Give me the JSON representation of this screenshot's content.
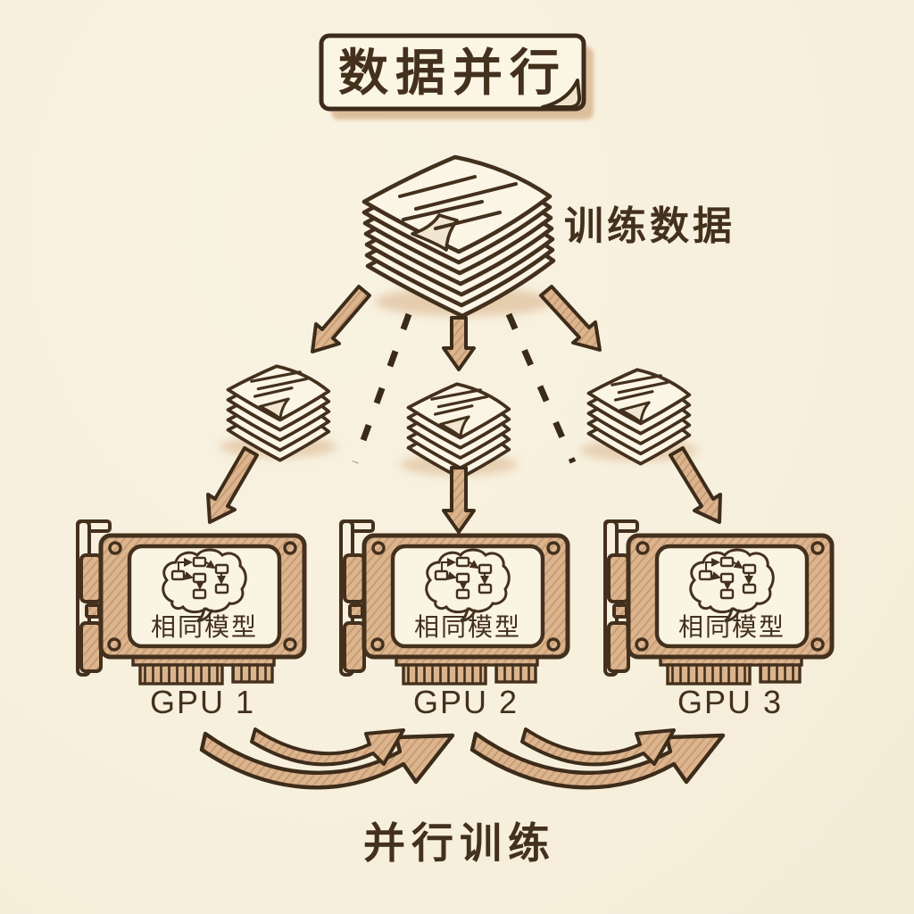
{
  "diagram": {
    "title": "数据并行",
    "top_label": "训练数据",
    "bottom_label": "并行训练",
    "gpus": [
      {
        "name": "GPU 1",
        "model_label": "相同模型"
      },
      {
        "name": "GPU 2",
        "model_label": "相同模型"
      },
      {
        "name": "GPU 3",
        "model_label": "相同模型"
      }
    ],
    "icons": {
      "data_stack": "document-stack-icon",
      "gpu": "gpu-card-icon",
      "model": "brain-flowchart-icon",
      "flow": "arrow-icon"
    },
    "colors": {
      "background": "#f7f0dd",
      "ink": "#43301d",
      "tan_fill": "#dcb58e",
      "paper": "#fbf5e6",
      "shadow": "#d7b28c"
    }
  }
}
